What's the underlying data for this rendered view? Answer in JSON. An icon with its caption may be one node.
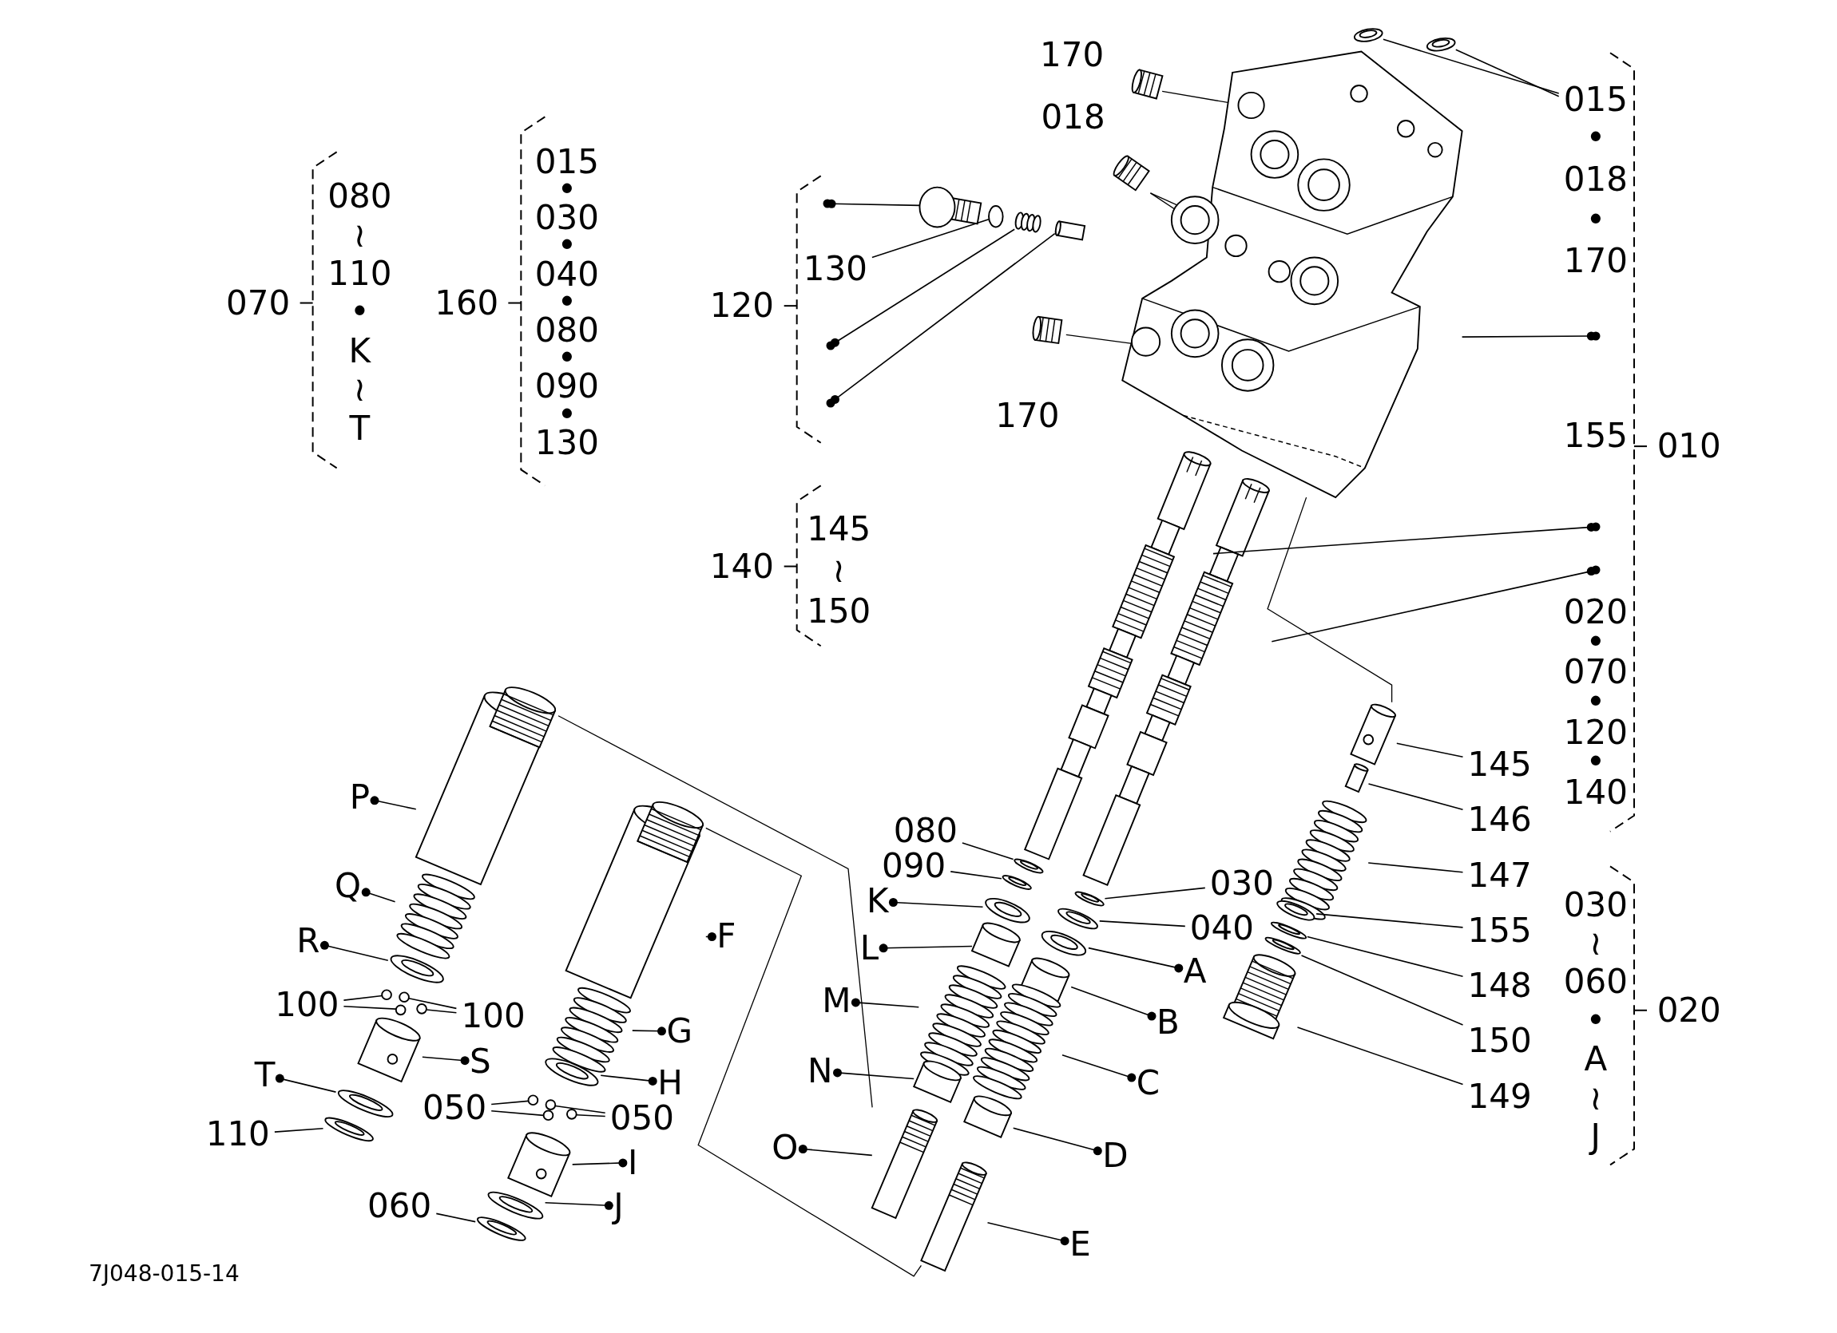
{
  "diagram": {
    "nodes": [
      {
        "text": [
          "070",
          "080 ≀ 110 • K ≀ T"
        ]
      },
      {
        "text": [
          "160",
          "015 • 030 • 040 • 080 • 090 • 130"
        ]
      },
      {
        "text": [
          "120"
        ]
      },
      {
        "text": [],
        "shape": "circle",
        "in": 2
      },
      {
        "text": [
          "130"
        ],
        "in": 2
      },
      {
        "text": [],
        "shape": "circle",
        "in": 2
      },
      {
        "text": [],
        "shape": "circle",
        "in": 2
      },
      {
        "text": [
          "140",
          "145 ≀ 150"
        ]
      },
      {
        "text": [
          "• 018 • 170",
          "155",
          "020 • 070 • 120 • 140",
          "010"
        ]
      },
      {
        "text": [
          "015"
        ],
        "in": 8
      },
      {
        "text": [],
        "shape": "circle",
        "in": 8
      },
      {
        "text": [],
        "shape": "circle",
        "in": 8
      },
      {
        "text": [],
        "shape": "circle",
        "in": 8
      },
      {
        "text": [
          "030 ≀ 060 • A ≀ J",
          "020"
        ]
      },
      {
        "text": [
          "P"
        ]
      },
      {
        "text": [
          "Q"
        ]
      },
      {
        "text": [
          "R"
        ]
      },
      {
        "text": [
          "100"
        ]
      },
      {
        "text": [
          "100"
        ]
      },
      {
        "text": [
          "S"
        ]
      },
      {
        "text": [
          "T"
        ]
      },
      {
        "text": [
          "110"
        ]
      },
      {
        "text": [
          "F"
        ]
      },
      {
        "text": [
          "G"
        ]
      },
      {
        "text": [
          "H"
        ]
      },
      {
        "text": [
          "050"
        ]
      },
      {
        "text": [
          "050"
        ]
      },
      {
        "text": [
          "I"
        ]
      },
      {
        "text": [
          "J"
        ]
      },
      {
        "text": [
          "060"
        ]
      },
      {
        "text": [
          "080"
        ]
      },
      {
        "text": [
          "090"
        ]
      },
      {
        "text": [
          "K"
        ]
      },
      {
        "text": [
          "L"
        ]
      },
      {
        "text": [
          "M"
        ]
      },
      {
        "text": [
          "N"
        ]
      },
      {
        "text": [
          "O"
        ]
      },
      {
        "text": [
          "030"
        ]
      },
      {
        "text": [
          "040"
        ]
      },
      {
        "text": [
          "A"
        ]
      },
      {
        "text": [
          "B"
        ]
      },
      {
        "text": [
          "C"
        ]
      },
      {
        "text": [
          "D"
        ]
      },
      {
        "text": [
          "E"
        ]
      },
      {
        "text": [
          "145"
        ]
      },
      {
        "text": [
          "146"
        ]
      },
      {
        "text": [
          "147"
        ]
      },
      {
        "text": [
          "155"
        ]
      },
      {
        "text": [
          "148"
        ]
      },
      {
        "text": [
          "150"
        ]
      },
      {
        "text": [
          "149"
        ]
      },
      {
        "text": [],
        "shape": "circle"
      },
      {
        "text": [],
        "shape": "circle"
      },
      {
        "text": [],
        "shape": "picture"
      },
      {
        "text": [],
        "shape": "box"
      },
      {
        "text": [],
        "shape": "picture"
      },
      {
        "text": [],
        "shape": "picture"
      },
      {
        "text": [],
        "shape": "picture"
      },
      {
        "text": [],
        "shape": "picture"
      },
      {
        "text": [],
        "shape": "picture"
      },
      {
        "text": [],
        "shape": "picture"
      },
      {
        "text": [],
        "shape": "picture"
      },
      {
        "text": [],
        "shape": "picture"
      },
      {
        "text": [],
        "shape": "circle"
      },
      {
        "text": [],
        "shape": "circle"
      },
      {
        "text": [],
        "shape": "circle"
      },
      {
        "text": [],
        "shape": "circle"
      },
      {
        "text": [],
        "shape": "picture"
      },
      {
        "text": [],
        "shape": "picture"
      },
      {
        "text": [],
        "shape": "picture"
      },
      {
        "text": [],
        "shape": "picture"
      },
      {
        "text": [],
        "shape": "picture"
      },
      {
        "text": [],
        "shape": "picture"
      },
      {
        "text": [],
        "shape": "circle"
      },
      {
        "text": [],
        "shape": "circle"
      },
      {
        "text": [],
        "shape": "circle"
      },
      {
        "text": [],
        "shape": "circle"
      },
      {
        "text": [],
        "shape": "picture"
      },
      {
        "text": [],
        "shape": "picture"
      },
      {
        "text": [],
        "shape": "picture"
      },
      {
        "text": [],
        "shape": "picture"
      },
      {
        "text": [],
        "shape": "picture"
      },
      {
        "text": [],
        "shape": "picture"
      },
      {
        "text": [],
        "shape": "picture"
      },
      {
        "text": [],
        "shape": "picture"
      },
      {
        "text": [],
        "shape": "picture"
      },
      {
        "text": [],
        "shape": "picture"
      },
      {
        "text": [],
        "shape": "picture"
      },
      {
        "text": [],
        "shape": "picture"
      },
      {
        "text": [],
        "shape": "picture"
      },
      {
        "text": [],
        "shape": "picture"
      },
      {
        "text": [],
        "shape": "picture"
      },
      {
        "text": [],
        "shape": "picture"
      },
      {
        "text": [],
        "shape": "picture"
      },
      {
        "text": [],
        "shape": "picture"
      },
      {
        "text": [],
        "shape": "picture"
      },
      {
        "text": [],
        "shape": "picture"
      },
      {
        "text": [],
        "shape": "picture"
      },
      {
        "text": [],
        "shape": "picture"
      },
      {
        "text": [],
        "shape": "picture"
      },
      {
        "text": [],
        "shape": "picture"
      }
    ],
    "edges": [
      {
        "from": 3,
        "to": 51,
        "arrow": "other"
      },
      {
        "from": 4,
        "to": 52,
        "arrow": "none"
      },
      {
        "from": 5,
        "to": 53,
        "arrow": "other"
      },
      {
        "from": 6,
        "to": 54,
        "arrow": "other"
      },
      {
        "from": 9,
        "to": 55,
        "arrow": "none"
      },
      {
        "from": 9,
        "to": 56,
        "arrow": "none"
      },
      {
        "from": 10,
        "to": 57,
        "arrow": "other"
      },
      {
        "from": 11,
        "to": 58,
        "arrow": "other"
      },
      {
        "from": 12,
        "to": 59,
        "arrow": "other"
      },
      {
        "from": 14,
        "to": 60,
        "arrow": "other"
      },
      {
        "from": 15,
        "to": 61,
        "arrow": "other"
      },
      {
        "from": 16,
        "to": 62,
        "arrow": "other"
      },
      {
        "from": 17,
        "to": 63,
        "arrow": "none"
      },
      {
        "from": 17,
        "to": 65,
        "arrow": "none"
      },
      {
        "from": 18,
        "to": 64,
        "arrow": "none"
      },
      {
        "from": 18,
        "to": 66,
        "arrow": "none"
      },
      {
        "from": 19,
        "to": 67,
        "arrow": "other"
      },
      {
        "from": 20,
        "to": 68,
        "arrow": "other"
      },
      {
        "from": 21,
        "to": 69,
        "arrow": "none"
      },
      {
        "from": 22,
        "to": 70,
        "arrow": "other"
      },
      {
        "from": 23,
        "to": 71,
        "arrow": "other"
      },
      {
        "from": 24,
        "to": 72,
        "arrow": "other"
      },
      {
        "from": 25,
        "to": 73,
        "arrow": "none"
      },
      {
        "from": 25,
        "to": 75,
        "arrow": "none"
      },
      {
        "from": 26,
        "to": 74,
        "arrow": "none"
      },
      {
        "from": 26,
        "to": 76,
        "arrow": "none"
      },
      {
        "from": 27,
        "to": 77,
        "arrow": "other"
      },
      {
        "from": 28,
        "to": 78,
        "arrow": "other"
      },
      {
        "from": 29,
        "to": 79,
        "arrow": "none"
      },
      {
        "from": 30,
        "to": 80,
        "arrow": "none"
      },
      {
        "from": 31,
        "to": 81,
        "arrow": "none"
      },
      {
        "from": 32,
        "to": 82,
        "arrow": "other"
      },
      {
        "from": 33,
        "to": 83,
        "arrow": "other"
      },
      {
        "from": 34,
        "to": 84,
        "arrow": "other"
      },
      {
        "from": 35,
        "to": 85,
        "arrow": "other"
      },
      {
        "from": 36,
        "to": 86,
        "arrow": "other"
      },
      {
        "from": 37,
        "to": 87,
        "arrow": "none"
      },
      {
        "from": 38,
        "to": 88,
        "arrow": "none"
      },
      {
        "from": 39,
        "to": 89,
        "arrow": "other"
      },
      {
        "from": 40,
        "to": 90,
        "arrow": "other"
      },
      {
        "from": 41,
        "to": 91,
        "arrow": "other"
      },
      {
        "from": 42,
        "to": 92,
        "arrow": "other"
      },
      {
        "from": 43,
        "to": 93,
        "arrow": "other"
      },
      {
        "from": 44,
        "to": 94,
        "arrow": "none"
      },
      {
        "from": 45,
        "to": 95,
        "arrow": "none"
      },
      {
        "from": 46,
        "to": 96,
        "arrow": "none"
      },
      {
        "from": 47,
        "to": 97,
        "arrow": "none"
      },
      {
        "from": 48,
        "to": 98,
        "arrow": "none"
      },
      {
        "from": 49,
        "to": 99,
        "arrow": "none"
      },
      {
        "from": 50,
        "to": 100,
        "arrow": "none"
      },
      {
        "from": 60,
        "to": 86,
        "arrow": "none"
      },
      {
        "from": 70,
        "to": 93,
        "arrow": "none"
      },
      {
        "from": 57,
        "to": 94,
        "arrow": "none"
      }
    ],
    "labels": [
      "170",
      "018",
      "170",
      "7J048-015-14"
    ]
  }
}
